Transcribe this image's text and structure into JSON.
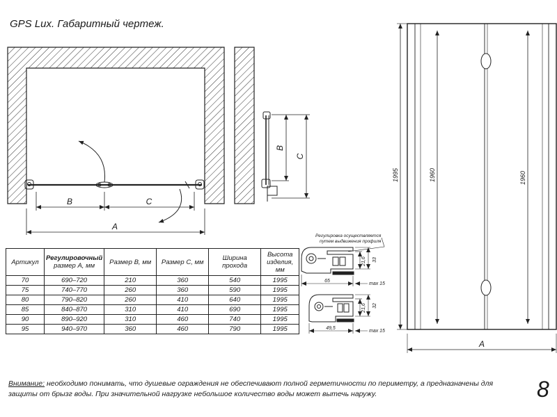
{
  "title": "GPS Lux. Габаритный чертеж.",
  "page_number": "8",
  "plan": {
    "label_a": "A",
    "label_b": "B",
    "label_c": "C"
  },
  "side": {
    "label_b": "B",
    "label_c": "C"
  },
  "front": {
    "height_total": "1995",
    "height_left": "1960",
    "height_right": "1960",
    "label_a": "A"
  },
  "profiles": {
    "caption_1": "Регулировка осуществляется",
    "caption_2": "путем выдвижения профиля",
    "p1": {
      "w": "65",
      "d1": "21,6",
      "d2": "33",
      "max": "max 15"
    },
    "p2": {
      "w": "49,5",
      "d1": "21,6",
      "d2": "32",
      "max": "max 15"
    }
  },
  "table": {
    "headers": [
      {
        "line1": "Артикул",
        "line2": "",
        "line3": ""
      },
      {
        "line1": "Регулировочный",
        "line2": "размер А, мм",
        "line3": ""
      },
      {
        "line1": "Размер В, мм",
        "line2": "",
        "line3": ""
      },
      {
        "line1": "Размер С, мм",
        "line2": "",
        "line3": ""
      },
      {
        "line1": "Ширина",
        "line2": "прохода",
        "line3": ""
      },
      {
        "line1": "Высота",
        "line2": "изделия,",
        "line3": "мм"
      }
    ],
    "rows": [
      [
        "70",
        "690–720",
        "210",
        "360",
        "540",
        "1995"
      ],
      [
        "75",
        "740–770",
        "260",
        "360",
        "590",
        "1995"
      ],
      [
        "80",
        "790–820",
        "260",
        "410",
        "640",
        "1995"
      ],
      [
        "85",
        "840–870",
        "310",
        "410",
        "690",
        "1995"
      ],
      [
        "90",
        "890–920",
        "310",
        "460",
        "740",
        "1995"
      ],
      [
        "95",
        "940–970",
        "360",
        "460",
        "790",
        "1995"
      ]
    ]
  },
  "note": {
    "label": "Внимание:",
    "text": " необходимо понимать, что душевые ограждения не обеспечивают полной герметичности по периметру, а предназначены для защиты от брызг воды. При значительной нагрузке небольшое количество воды может вытечь наружу."
  }
}
